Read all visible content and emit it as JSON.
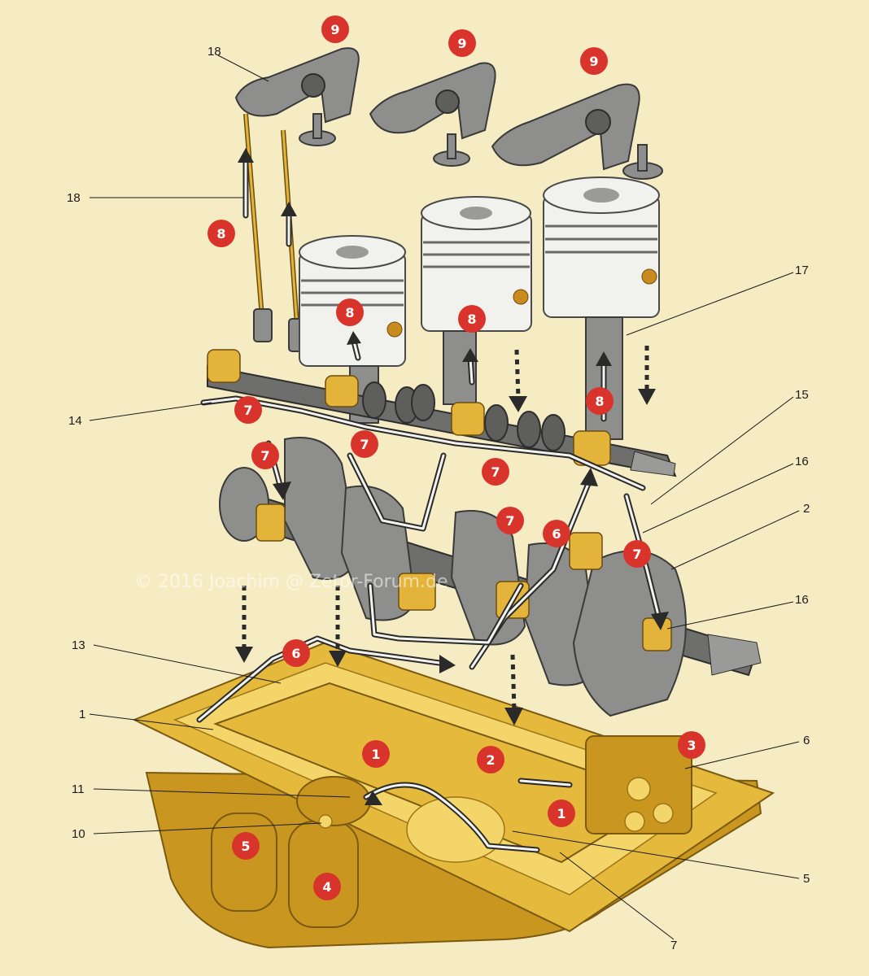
{
  "watermark": "© 2016 Joachim @ Zetor-Forum.de",
  "colors": {
    "background": "#f6ecc4",
    "badge": "#d9342b",
    "oil_pan": "#e5b93b",
    "steel": "#8e8e8c"
  },
  "badges": {
    "b9a": "9",
    "b9b": "9",
    "b9c": "9",
    "b8a": "8",
    "b8b": "8",
    "b8c": "8",
    "b8d": "8",
    "b7a": "7",
    "b7b": "7",
    "b7c": "7",
    "b7d": "7",
    "b7e": "7",
    "b7f": "7",
    "b6a": "6",
    "b6b": "6",
    "b1a": "1",
    "b1b": "1",
    "b2": "2",
    "b3": "3",
    "b4": "4",
    "b5": "5"
  },
  "labels": {
    "l18top": "18",
    "l18": "18",
    "l17": "17",
    "l14": "14",
    "l15": "15",
    "l16a": "16",
    "l2": "2",
    "l16b": "16",
    "l13": "13",
    "l1": "1",
    "l6": "6",
    "l11": "11",
    "l10": "10",
    "l5": "5",
    "l7": "7"
  }
}
